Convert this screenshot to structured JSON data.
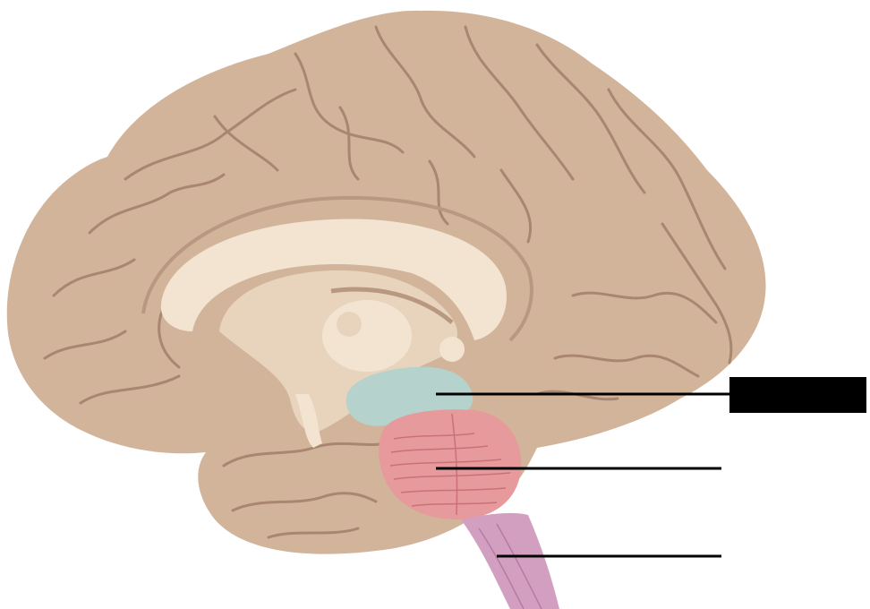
{
  "figure": {
    "subject": "midsagittal-brain",
    "labels": [
      {
        "id": "midbrain",
        "text": "",
        "hidden": true
      },
      {
        "id": "pons",
        "text": "",
        "hidden": false
      },
      {
        "id": "medulla",
        "text": "",
        "hidden": false
      }
    ]
  },
  "colors": {
    "background": "#ffffff",
    "cortex": "#d2b49b",
    "cortex_dark": "#b89880",
    "cortex_line": "#a98670",
    "white_matter": "#f3e4d2",
    "white_matter_dark": "#e8d4bd",
    "midbrain": "#b5d3cc",
    "pons": "#e79a9b",
    "pons_line": "#c9707a",
    "medulla": "#d29fc0",
    "medulla_line": "#b47ba4",
    "leader_line": "#000000",
    "redaction_box": "#000000"
  }
}
